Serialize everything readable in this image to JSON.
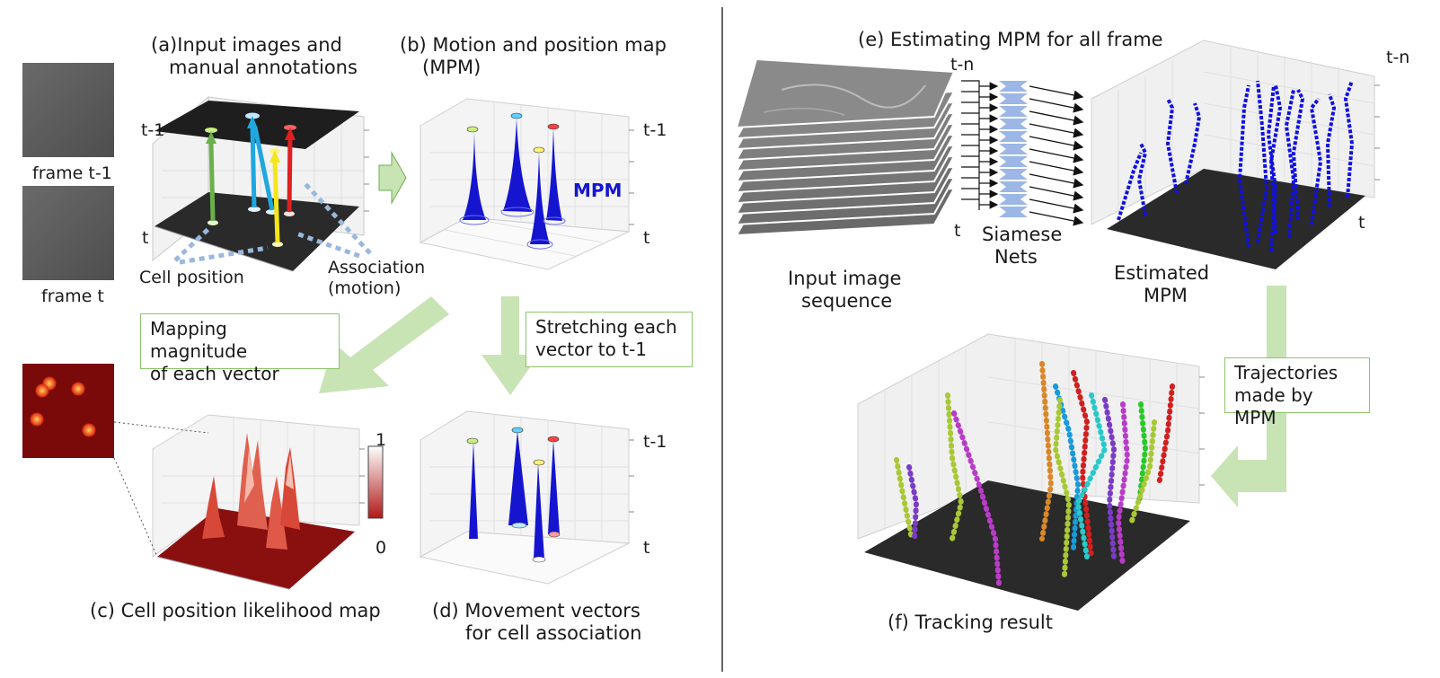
{
  "left": {
    "panel_a_title_1": "(a)Input images and",
    "panel_a_title_2": "manual annotations",
    "panel_b_title_1": "(b) Motion and position map",
    "panel_b_title_2": "(MPM)",
    "frame_prev_label": "frame t-1",
    "frame_curr_label": "frame t",
    "t1_label_a": "t-1",
    "t_label_a": "t",
    "t1_label_b": "t-1",
    "t_label_b": "t",
    "mpm_tag": "MPM",
    "cell_position_label": "Cell position",
    "association_label_1": "Association",
    "association_label_2": "(motion)",
    "mapping_box_1": "Mapping magnitude",
    "mapping_box_2": "of each vector",
    "stretching_box_1": "Stretching each",
    "stretching_box_2": "vector to t-1",
    "colorbar_max": "1",
    "colorbar_min": "0",
    "panel_c_title": "(c) Cell position likelihood map",
    "t1_label_d": "t-1",
    "t_label_d": "t",
    "panel_d_title_1": "(d) Movement vectors",
    "panel_d_title_2": "for cell association"
  },
  "right": {
    "panel_e_title": "(e) Estimating MPM for all frame",
    "tn_label_seq": "t-n",
    "t_label_seq": "t",
    "siamese_1": "Siamese",
    "siamese_2": "Nets",
    "input_seq_1": "Input image",
    "input_seq_2": "sequence",
    "tn_label_mpm": "t-n",
    "t_label_mpm": "t",
    "estimated_1": "Estimated",
    "estimated_2": "MPM",
    "traj_box_1": "Trajectories",
    "traj_box_2": "made by MPM",
    "panel_f_title": "(f) Tracking result"
  },
  "colors": {
    "arrow_green": "#6ab04c",
    "arrow_cyan": "#1fa7e0",
    "arrow_yellow": "#f5e51b",
    "arrow_red": "#e02020",
    "mpm_blue": "#1010d0",
    "guide_green": "#c8e3b4",
    "dotted_blue": "#9ab8dc"
  }
}
